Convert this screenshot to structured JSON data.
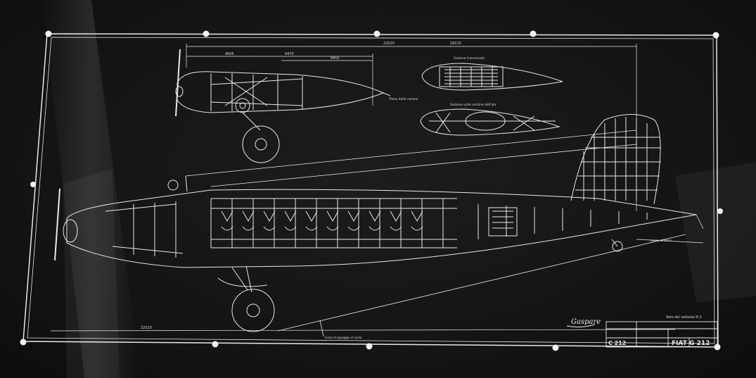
{
  "drawing": {
    "title": "FIAT G 212",
    "drawing_number": "C 212",
    "view_label": "Volo del velivolo N 2",
    "section_top": "Sezione trasversale",
    "section_bottom": "Sezione sulle centine dell'ala",
    "profile_note": "Piano della carena",
    "ground_line_note": "Linea di terra",
    "bottom_note": "Linea di appoggio al suolo",
    "signature": "Gaspare",
    "dimension_top": "22520",
    "dimension_mid": "9470",
    "dimension_left": "4605",
    "dimension_right": "9455",
    "dimension_bottom": "22520",
    "dimension_right_ext": "18115"
  },
  "colors": {
    "background": "#151617",
    "line": "#e6e8ea",
    "pin": "#f2f2f2"
  }
}
